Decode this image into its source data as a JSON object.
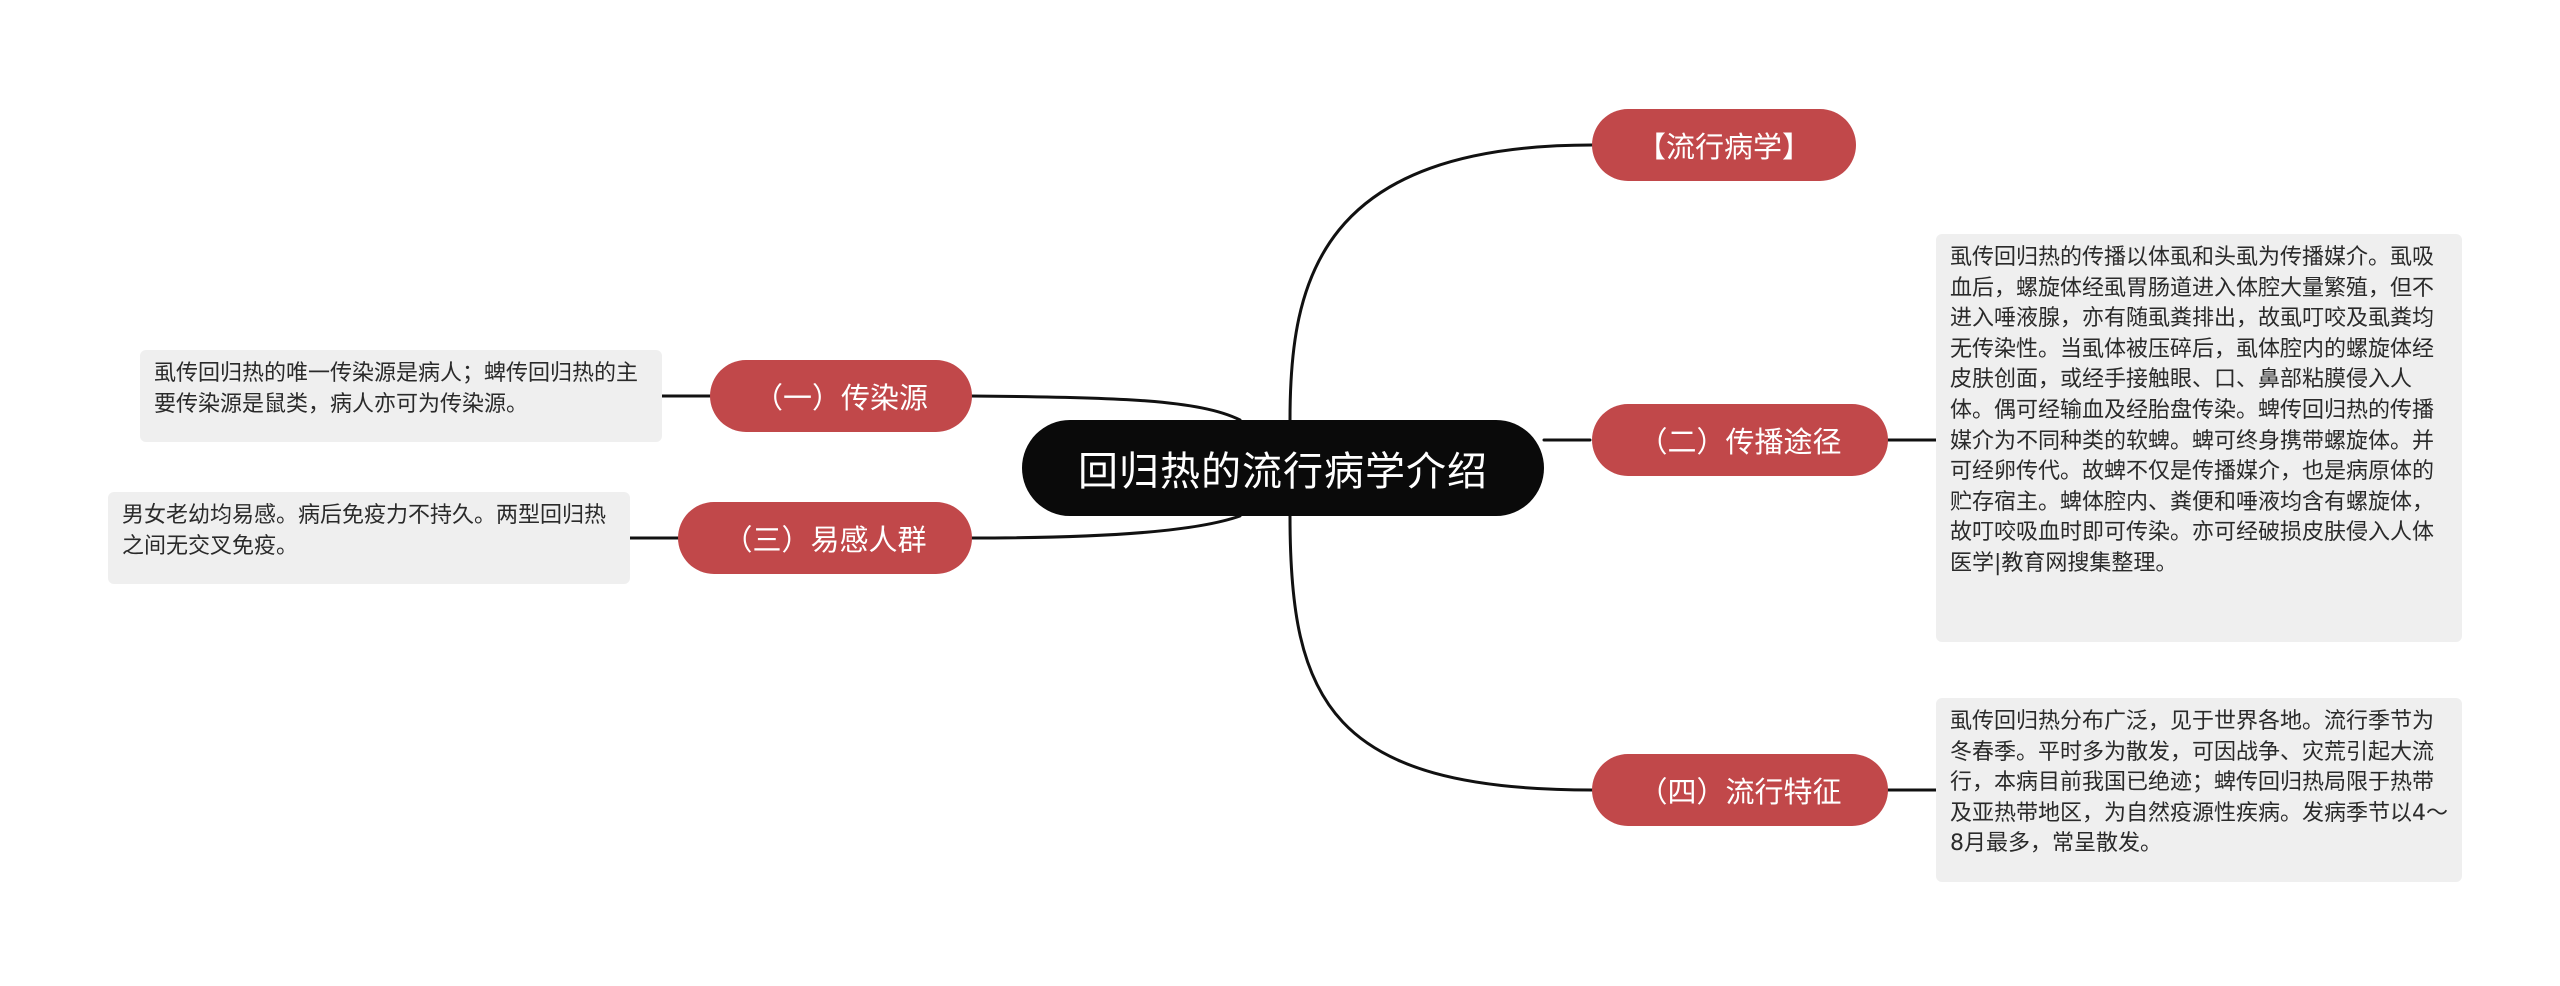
{
  "root": {
    "title": "回归热的流行病学介绍"
  },
  "branches": {
    "header": {
      "label": "【流行病学】"
    },
    "source": {
      "label": "（一）传染源"
    },
    "route": {
      "label": "（二）传播途径"
    },
    "susceptible": {
      "label": "（三）易感人群"
    },
    "features": {
      "label": "（四）流行特征"
    }
  },
  "notes": {
    "source": "虱传回归热的唯一传染源是病人；蜱传回归热的主要传染源是鼠类，病人亦可为传染源。",
    "susceptible": "男女老幼均易感。病后免疫力不持久。两型回归热之间无交叉免疫。",
    "route": "虱传回归热的传播以体虱和头虱为传播媒介。虱吸血后，螺旋体经虱胃肠道进入体腔大量繁殖，但不进入唾液腺，亦有随虱粪排出，故虱叮咬及虱粪均无传染性。当虱体被压碎后，虱体腔内的螺旋体经皮肤创面，或经手接触眼、口、鼻部粘膜侵入人体。偶可经输血及经胎盘传染。蜱传回归热的传播媒介为不同种类的软蜱。蜱可终身携带螺旋体。并可经卵传代。故蜱不仅是传播媒介，也是病原体的贮存宿主。蜱体腔内、粪便和唾液均含有螺旋体，故叮咬吸血时即可传染。亦可经破损皮肤侵入人体医学|教育网搜集整理。",
    "features": "虱传回归热分布广泛，见于世界各地。流行季节为冬春季。平时多为散发，可因战争、灾荒引起大流行，本病目前我国已绝迹；蜱传回归热局限于热带及亚热带地区，为自然疫源性疾病。发病季节以4～8月最多，常呈散发。"
  },
  "colors": {
    "root_bg": "#0a0a0a",
    "branch_bg": "#c1484a",
    "note_bg": "#efefef",
    "connector": "#111111"
  }
}
